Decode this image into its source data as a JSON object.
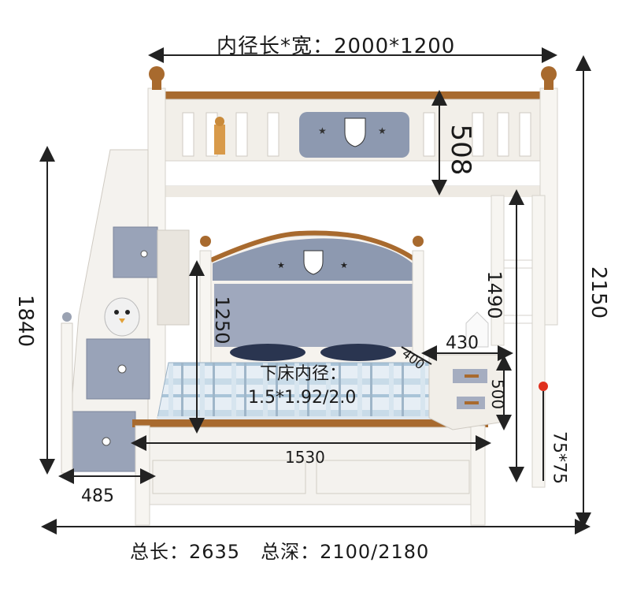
{
  "dimensions": {
    "top_inner": "内径长*宽：2000*1200",
    "guard_height": "508",
    "lower_bed_title": "下床内径：",
    "lower_bed_sizes": "1.5*1.92/2.0",
    "headboard_height": "1250",
    "under_clearance": "1490",
    "overall_height": "2150",
    "stair_height": "1840",
    "lower_bed_width": "1530",
    "stair_depth": "485",
    "nightstand_width": "430",
    "nightstand_depth": "400",
    "nightstand_height": "500",
    "post_section": "75*75",
    "total_length": "总长：2635",
    "total_depth": "总深：2100/2180"
  },
  "colors": {
    "frame_white": "#f4f2ee",
    "wood_trim": "#a86a2e",
    "panel_blue": "#8d99b0",
    "drawer_blue": "#99a3b8",
    "dim_line": "#222222",
    "marker_red": "#e0301e"
  },
  "icons": [
    "shield-emblem-icon",
    "star-icon",
    "giraffe-toy",
    "penguin-toy",
    "drawer-knob-icon"
  ]
}
